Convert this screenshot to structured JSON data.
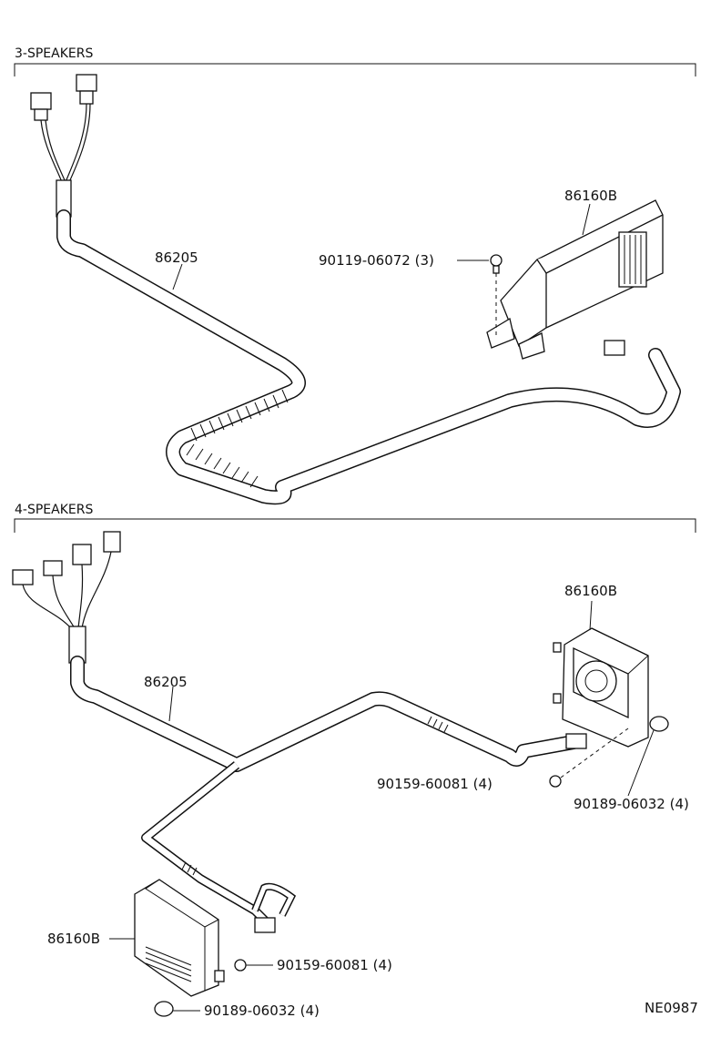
{
  "sections": {
    "three": {
      "title": "3-SPEAKERS"
    },
    "four": {
      "title": "4-SPEAKERS"
    }
  },
  "three_speakers": {
    "harness_label": "86205",
    "speaker_label": "86160B",
    "screw_label": "90119-06072 (3)"
  },
  "four_speakers": {
    "harness_label": "86205",
    "right_speaker_label": "86160B",
    "right_screw_label": "90159-60081 (4)",
    "right_nut_label": "90189-06032 (4)",
    "left_speaker_label": "86160B",
    "left_screw_label": "90159-60081 (4)",
    "left_nut_label": "90189-06032 (4)"
  },
  "diagram_code": "NE0987"
}
